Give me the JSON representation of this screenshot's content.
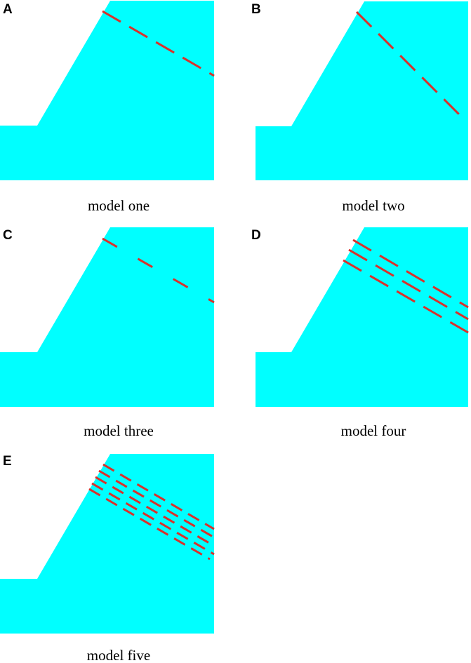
{
  "figure": {
    "colors": {
      "slope_fill": "#00ffff",
      "joint_line": "#d9312b",
      "text": "#000000"
    },
    "panels": [
      {
        "letter": "A",
        "caption": "model one",
        "joint_sets": 1,
        "joint_pattern": "long dashes, gentle dip"
      },
      {
        "letter": "B",
        "caption": "model two",
        "joint_sets": 1,
        "joint_pattern": "long dashes, steeper dip"
      },
      {
        "letter": "C",
        "caption": "model three",
        "joint_sets": 1,
        "joint_pattern": "long dashes with wide gaps"
      },
      {
        "letter": "D",
        "caption": "model four",
        "joint_sets": 3,
        "joint_pattern": "three parallel dashed lines"
      },
      {
        "letter": "E",
        "caption": "model five",
        "joint_sets": 6,
        "joint_pattern": "six short-dash lines"
      }
    ]
  }
}
